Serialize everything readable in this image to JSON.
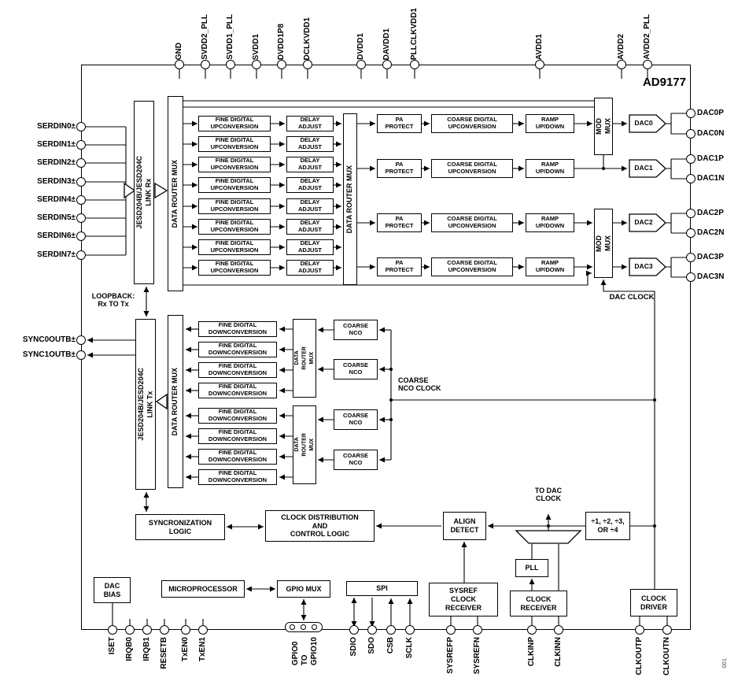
{
  "chip": {
    "title": "AD9177",
    "figure_number": "001"
  },
  "colors": {
    "line": "#000000",
    "background": "#ffffff"
  },
  "pins": {
    "top": [
      "GND",
      "SVDD2_PLL",
      "SVDD1_PLL",
      "SVDD1",
      "DVDD1P8",
      "DCLKVDD1",
      "DVDD1",
      "DAVDD1",
      "PLLCLKVDD1",
      "AVDD1",
      "AVDD2",
      "AVDD2_PLL"
    ],
    "left": [
      "SERDIN0±",
      "SERDIN1±",
      "SERDIN2±",
      "SERDIN3±",
      "SERDIN4±",
      "SERDIN5±",
      "SERDIN6±",
      "SERDIN7±"
    ],
    "left_sync": [
      "SYNC0OUTB±",
      "SYNC1OUTB±"
    ],
    "right": [
      "DAC0P",
      "DAC0N",
      "DAC1P",
      "DAC1N",
      "DAC2P",
      "DAC2N",
      "DAC3P",
      "DAC3N"
    ],
    "bottom": [
      "ISET",
      "IRQB0",
      "IRQB1",
      "RESETB",
      "TxEN0",
      "TxEN1",
      "SDIO",
      "SDO",
      "CSB",
      "SCLK",
      "SYSREFP",
      "SYSREFN",
      "CLKINP",
      "CLKINN",
      "CLKOUTP",
      "CLKOUTN"
    ],
    "gpio": "GPIO0\nTO\nGPIO10"
  },
  "blocks": {
    "link_rx": "JESD204B/JESD204C\nLINK Rx",
    "link_tx": "JESD204B/JESD204C\nLINK Tx",
    "data_router_mux": "DATA ROUTER MUX",
    "data_router_mux_small": "DATA\nROUTER\nMUX",
    "fine_up": "FINE DIGITAL\nUPCONVERSION",
    "delay_adjust": "DELAY\nADJUST",
    "pa_protect": "PA\nPROTECT",
    "coarse_up": "COARSE DIGITAL\nUPCONVERSION",
    "ramp": "RAMP\nUP/DOWN",
    "mod_mux": "MOD\nMUX",
    "dacs": [
      "DAC0",
      "DAC1",
      "DAC2",
      "DAC3"
    ],
    "fine_down": "FINE DIGITAL\nDOWNCONVERSION",
    "coarse_nco": "COARSE\nNCO",
    "sync_logic": "SYNCRONIZATION\nLOGIC",
    "clock_dist": "CLOCK DISTRIBUTION\nAND\nCONTROL LOGIC",
    "align_detect": "ALIGN\nDETECT",
    "divider": "÷1, ÷2, ÷3,\nOR ÷4",
    "pll": "PLL",
    "clock_receiver": "CLOCK\nRECEIVER",
    "sysref_receiver": "SYSREF\nCLOCK\nRECEIVER",
    "clock_driver": "CLOCK\nDRIVER",
    "dac_bias": "DAC\nBIAS",
    "microprocessor": "MICROPROCESSOR",
    "gpio_mux": "GPIO MUX",
    "spi": "SPI"
  },
  "labels": {
    "loopback": "LOOPBACK:\nRx TO Tx",
    "dac_clock": "DAC CLOCK",
    "coarse_nco_clock": "COARSE\nNCO CLOCK",
    "to_dac_clock": "TO DAC\nCLOCK"
  }
}
